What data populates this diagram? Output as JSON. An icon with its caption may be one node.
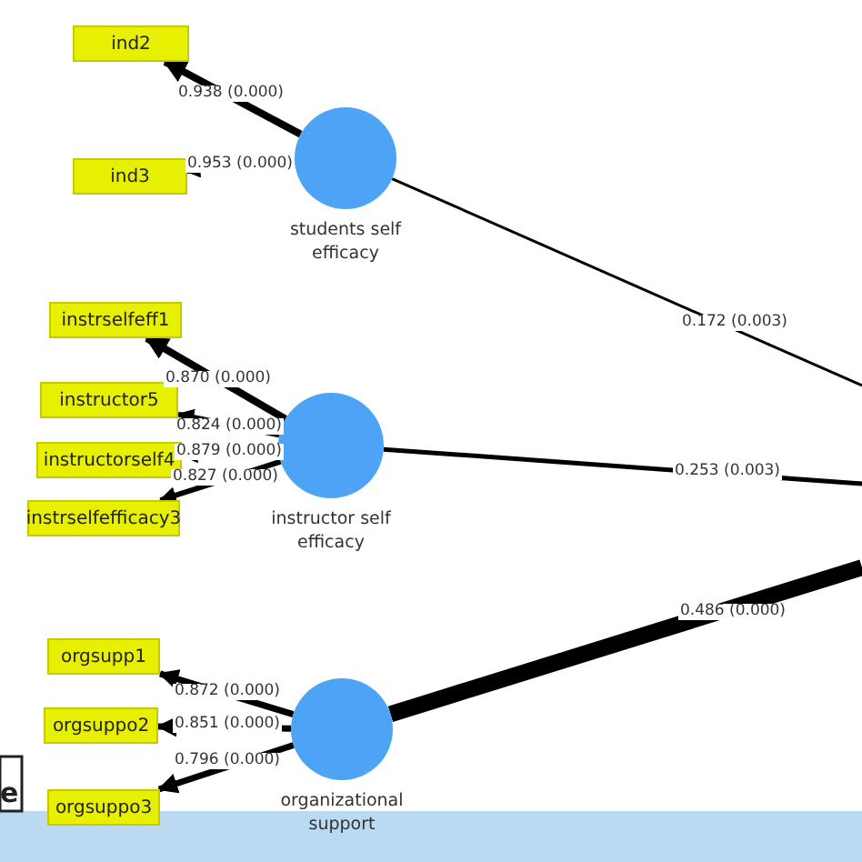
{
  "diagram": {
    "nodes": [
      {
        "text": [
          "ind2"
        ]
      },
      {
        "text": [
          "ind3"
        ]
      },
      {
        "text": [
          "students self efficacy"
        ]
      },
      {
        "text": [
          "instrselfeff1"
        ]
      },
      {
        "text": [
          "instructor5"
        ]
      },
      {
        "text": [
          "instructorself4"
        ]
      },
      {
        "text": [
          "instrselfefficacy3"
        ]
      },
      {
        "text": [
          "instructor self efficacy"
        ]
      },
      {
        "text": [
          "orgsupp1"
        ]
      },
      {
        "text": [
          "orgsuppo2"
        ]
      },
      {
        "text": [
          "orgsuppo3"
        ]
      },
      {
        "text": [
          "organizational support"
        ]
      }
    ],
    "edges": [
      {
        "from": 2,
        "to": 0,
        "arrow": "to",
        "label": "0.938 (0.000)"
      },
      {
        "from": 2,
        "to": 1,
        "arrow": "to",
        "label": "0.953 (0.000)"
      },
      {
        "from": 7,
        "to": 3,
        "arrow": "to",
        "label": "0.870 (0.000)"
      },
      {
        "from": 7,
        "to": 4,
        "arrow": "to",
        "label": "0.824 (0.000)"
      },
      {
        "from": 7,
        "to": 5,
        "arrow": "to",
        "label": "0.879 (0.000)"
      },
      {
        "from": 7,
        "to": 6,
        "arrow": "to",
        "label": "0.827 (0.000)"
      },
      {
        "from": 11,
        "to": 8,
        "arrow": "to",
        "label": "0.872 (0.000)"
      },
      {
        "from": 11,
        "to": 9,
        "arrow": "to",
        "label": "0.851 (0.000)"
      },
      {
        "from": 11,
        "to": 10,
        "arrow": "to",
        "label": "0.796 (0.000)"
      },
      {
        "from": 2,
        "to": null,
        "arrow": "none",
        "label": "0.172 (0.003)"
      },
      {
        "from": 7,
        "to": null,
        "arrow": "none",
        "label": "0.253 (0.003)"
      },
      {
        "from": 11,
        "to": null,
        "arrow": "none",
        "label": "0.486 (0.000)",
        "style": "thick"
      }
    ],
    "labels": [
      "e"
    ]
  }
}
